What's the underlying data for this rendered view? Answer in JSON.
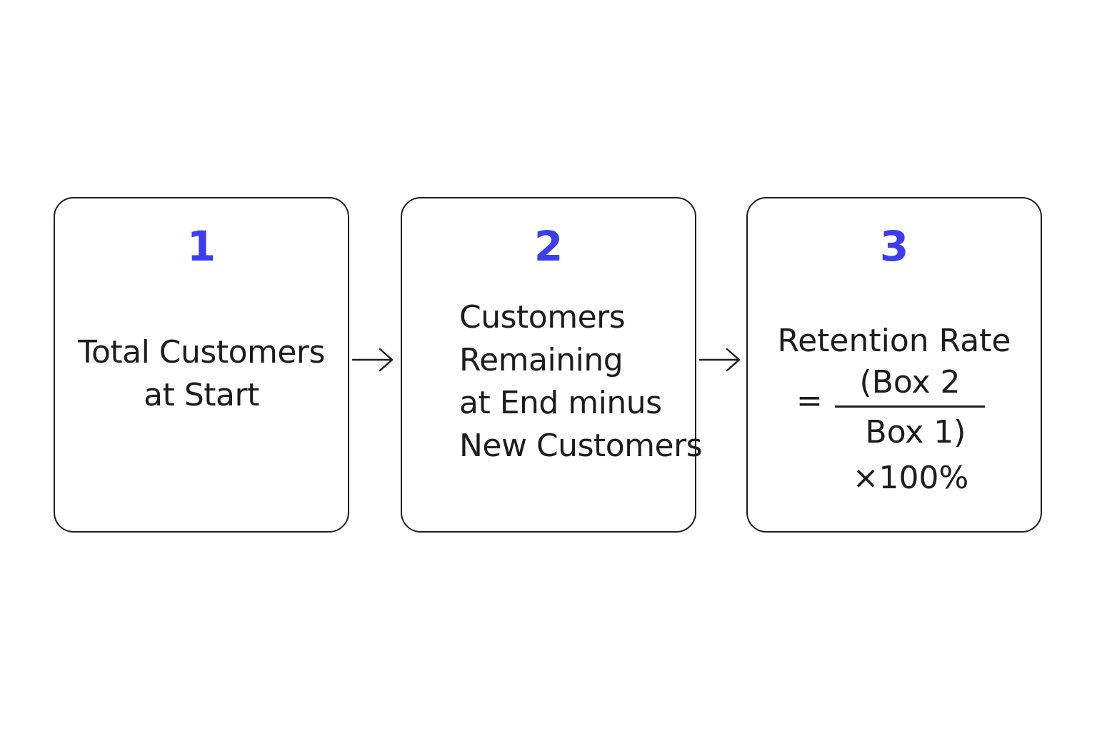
{
  "colors": {
    "accent": "#3d3df0",
    "text": "#1c1c1c",
    "border": "#1e1e1e"
  },
  "steps": [
    {
      "number": "1",
      "lines": [
        "Total Customers",
        "at Start"
      ]
    },
    {
      "number": "2",
      "lines": [
        "Customers",
        "Remaining",
        "at End minus",
        "New Customers"
      ]
    },
    {
      "number": "3",
      "title": "Retention Rate",
      "equals": "=",
      "numerator": "(Box 2",
      "denominator": "Box 1)",
      "multiplier": "×100%"
    }
  ],
  "connectors": [
    "arrow-right-icon",
    "arrow-right-icon"
  ]
}
